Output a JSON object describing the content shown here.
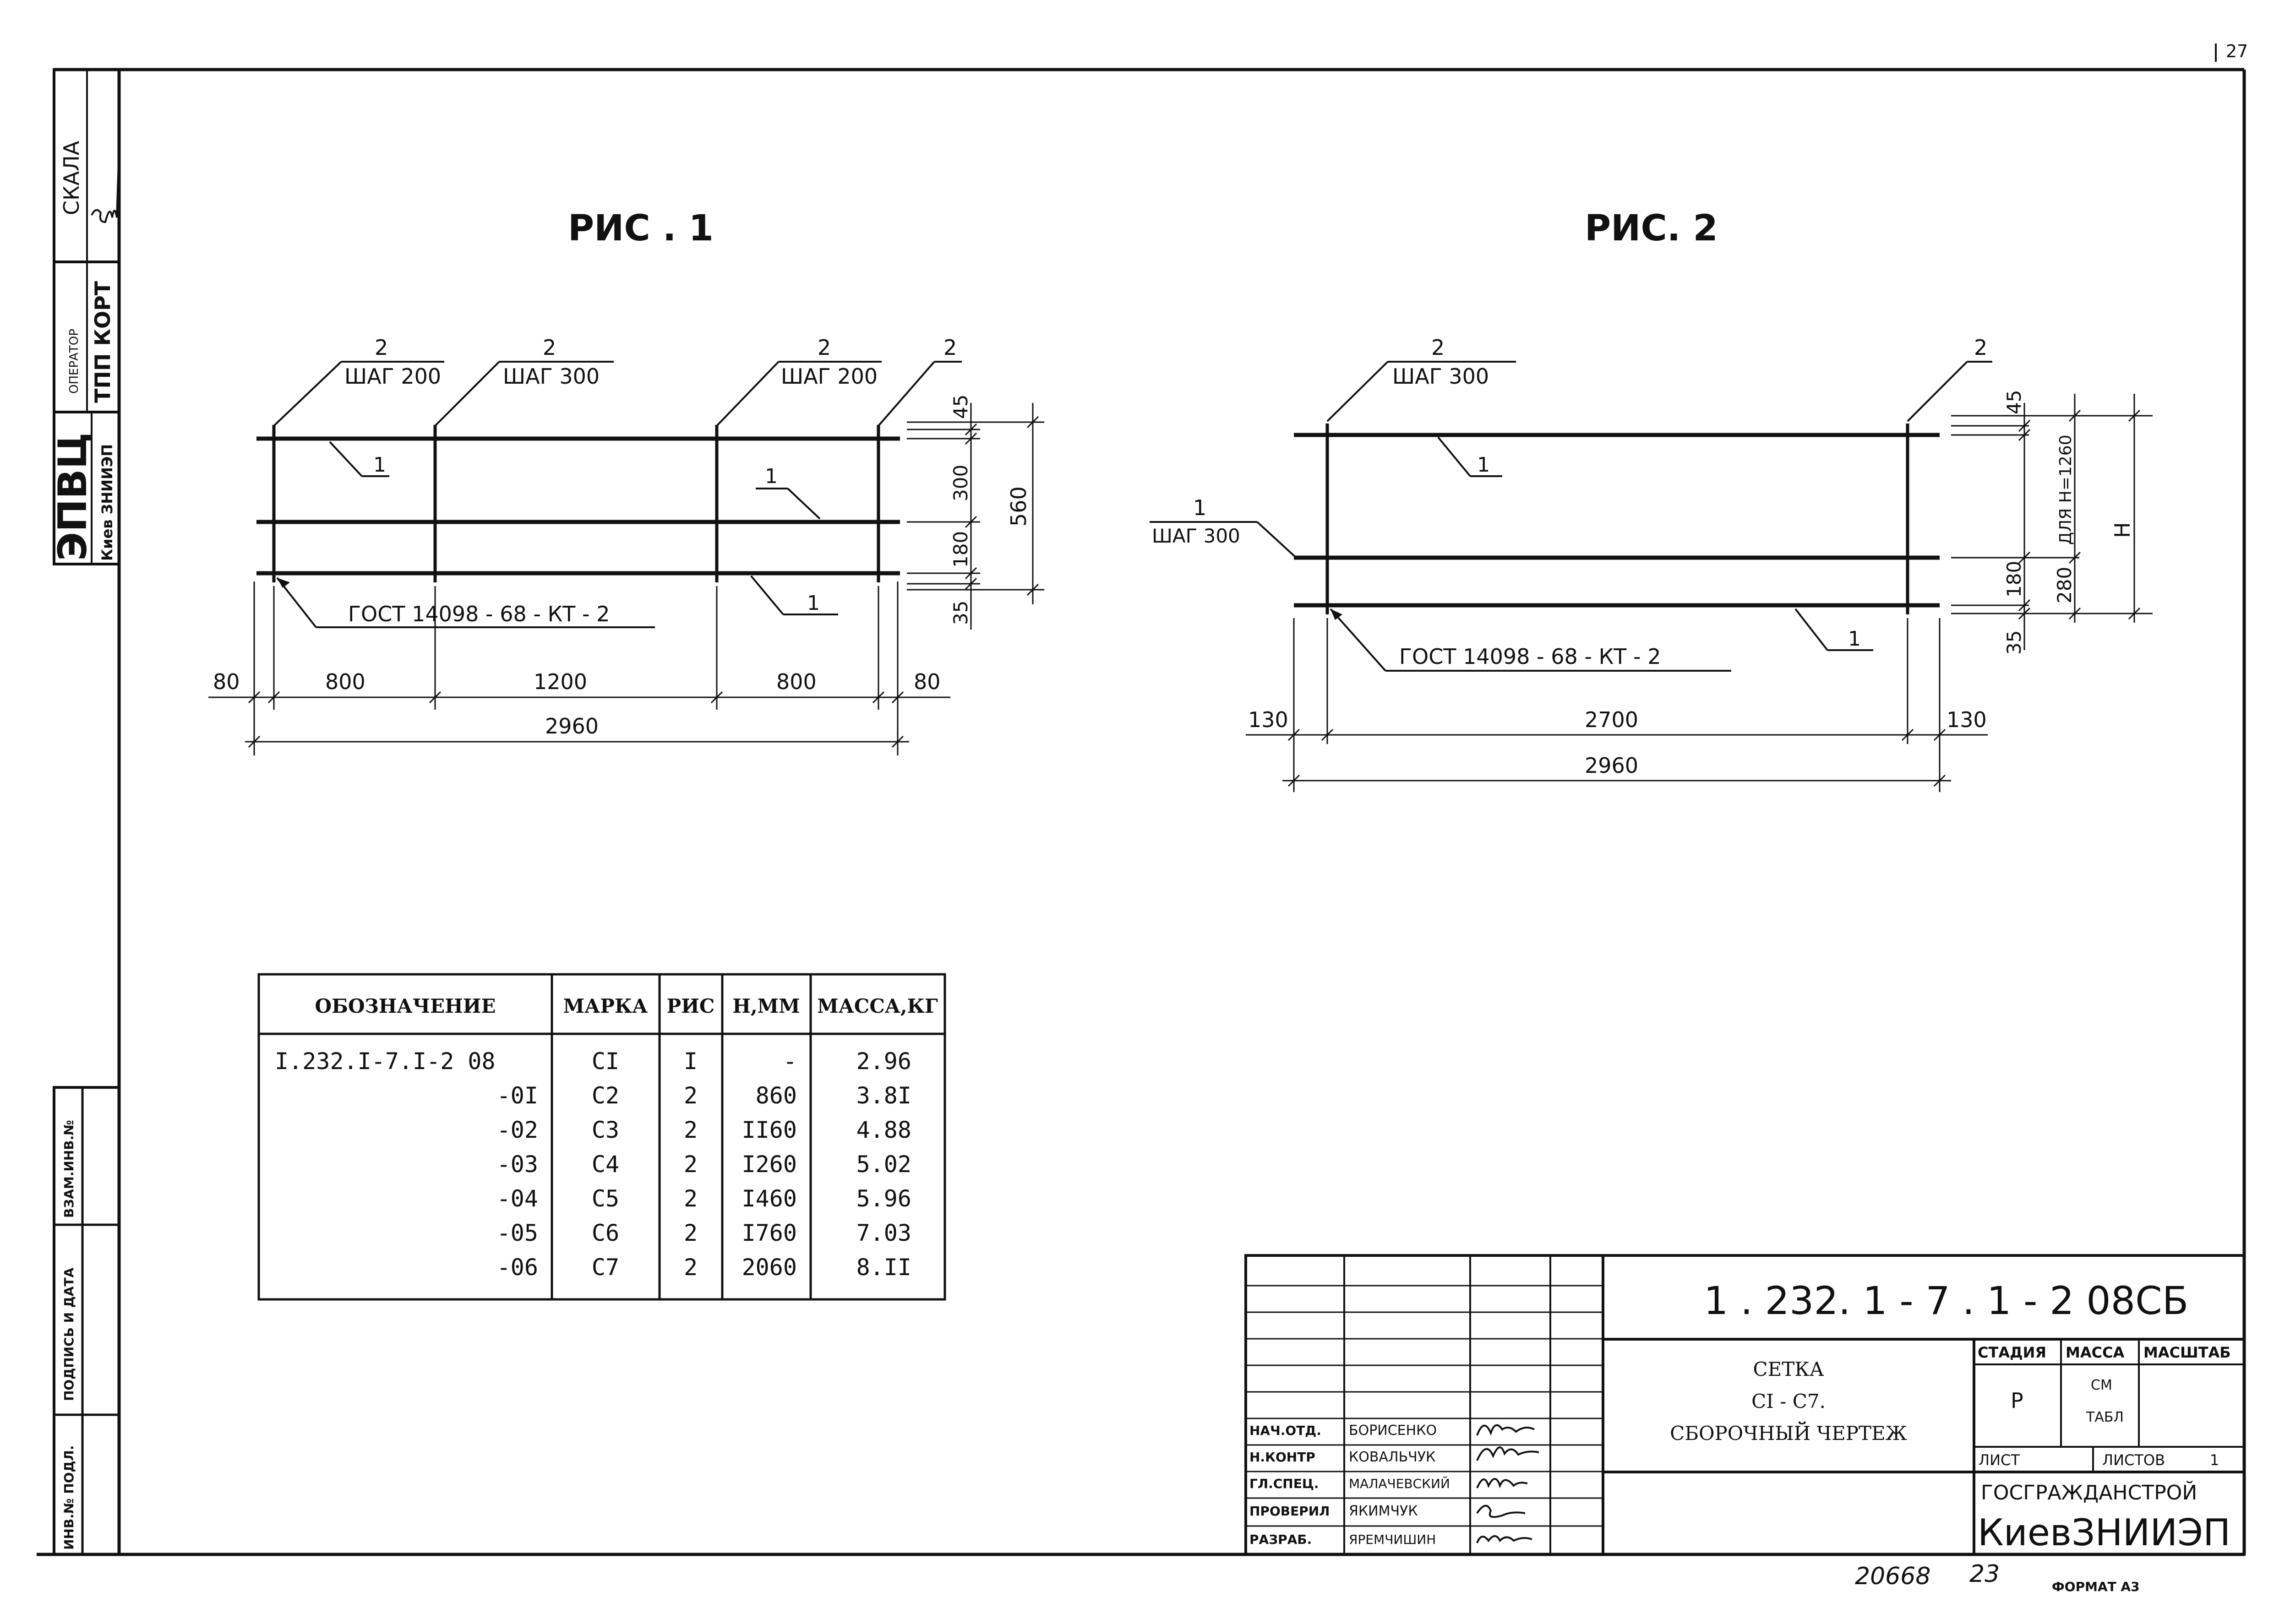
{
  "sheet_corner_mark": "27",
  "left_strip": {
    "scale": "СКАЛА",
    "operator_label": "ОПЕРАТОР",
    "operator_value": "ТПП КОРТ",
    "org_main": "ЭПВЦ",
    "org_sub": "Киев ЗНИИЭП",
    "inv_podl": "ИНВ.№ ПОДЛ.",
    "sign_date": "ПОДПИСЬ И ДАТА",
    "vzam_inv": "ВЗАМ.ИНВ.№"
  },
  "fig1": {
    "title": "РИС . 1",
    "leaders": [
      {
        "num": "2",
        "text": "ШАГ 200"
      },
      {
        "num": "2",
        "text": "ШАГ 300"
      },
      {
        "num": "2",
        "text": "ШАГ 200"
      },
      {
        "num": "2",
        "text": ""
      }
    ],
    "bar_labels": [
      "1",
      "1",
      "1"
    ],
    "gost": "ГОСТ   14098 - 68 - КТ - 2",
    "right_dims": [
      "45",
      "300",
      "180",
      "35"
    ],
    "total_height": "560",
    "bottom_dims": [
      "80",
      "800",
      "1200",
      "800",
      "80"
    ],
    "total_width": "2960"
  },
  "fig2": {
    "title": "РИС. 2",
    "leaders": [
      {
        "num": "2",
        "text": "ШАГ 300"
      },
      {
        "num": "2",
        "text": ""
      }
    ],
    "left_leader": {
      "num": "1",
      "text": "ШАГ 300"
    },
    "bar_labels": [
      "1",
      "1"
    ],
    "gost": "ГОСТ   14098 - 68 - КТ - 2",
    "right_dims": [
      "45",
      "180",
      "35"
    ],
    "inner_dim": "280",
    "for_h": "ДЛЯ Н=1260",
    "h_label": "Н",
    "bottom_dims": [
      "130",
      "2700",
      "130"
    ],
    "total_width": "2960"
  },
  "spec_table": {
    "headers": [
      "ОБОЗНАЧЕНИЕ",
      "МАРКА",
      "РИС",
      "Н,ММ",
      "МАССА,КГ"
    ],
    "rows": [
      [
        "I.232.I-7.I-2 08",
        "СI",
        "I",
        "-",
        "2.96"
      ],
      [
        "-0I",
        "С2",
        "2",
        "860",
        "3.8I"
      ],
      [
        "-02",
        "С3",
        "2",
        "II60",
        "4.88"
      ],
      [
        "-03",
        "С4",
        "2",
        "I260",
        "5.02"
      ],
      [
        "-04",
        "С5",
        "2",
        "I460",
        "5.96"
      ],
      [
        "-05",
        "С6",
        "2",
        "I760",
        "7.03"
      ],
      [
        "-06",
        "С7",
        "2",
        "2060",
        "8.II"
      ]
    ]
  },
  "title_block": {
    "code": "1 . 232. 1 - 7 . 1 - 2   08СБ",
    "name_lines": [
      "СЕТКА",
      "СI  -  С7.",
      "СБОРОЧНЫЙ  ЧЕРТЕЖ"
    ],
    "roles": [
      {
        "role": "НАЧ.ОТД.",
        "name": "БОРИСЕНКО"
      },
      {
        "role": "Н.КОНТР",
        "name": "КОВАЛЬЧУК"
      },
      {
        "role": "ГЛ.СПЕЦ.",
        "name": "МАЛАЧЕВСКИЙ"
      },
      {
        "role": "ПРОВЕРИЛ",
        "name": "ЯКИМЧУК"
      },
      {
        "role": "РАЗРАБ.",
        "name": "ЯРЕМЧИШИН"
      }
    ],
    "stage_label": "СТАДИЯ",
    "mass_label": "МАССА",
    "scale_label": "МАСШТАБ",
    "stage_value": "Р",
    "mass_value_1": "СМ",
    "mass_value_2": "ТАБЛ",
    "sheet_label": "ЛИСТ",
    "sheets_label": "ЛИСТОВ",
    "sheets_value": "1",
    "org_1": "ГОСГРАЖДАНСТРОЙ",
    "org_2": "КиевЗНИИЭП"
  },
  "footer": {
    "archive_no": "20668",
    "archive_sheet": "23",
    "format": "ФОРМАТ А3"
  }
}
